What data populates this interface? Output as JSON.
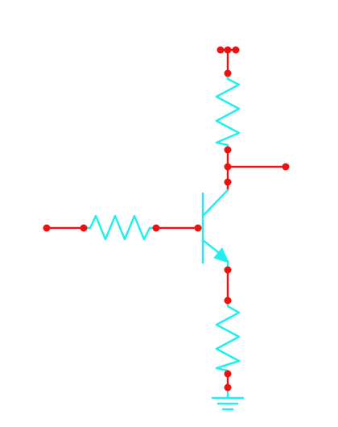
{
  "colors": {
    "background": "#ffffff",
    "wire": "#e8141c",
    "node": "#ee1111",
    "component": "#22eef0"
  },
  "components": [
    {
      "id": "r-base",
      "kind": "resistor",
      "icon": "resistor-icon"
    },
    {
      "id": "r-collector",
      "kind": "resistor",
      "icon": "resistor-icon"
    },
    {
      "id": "r-emitter",
      "kind": "resistor",
      "icon": "resistor-icon"
    },
    {
      "id": "q1",
      "kind": "npn-transistor",
      "icon": "npn-transistor-icon"
    },
    {
      "id": "gnd",
      "kind": "ground",
      "icon": "ground-icon"
    }
  ]
}
